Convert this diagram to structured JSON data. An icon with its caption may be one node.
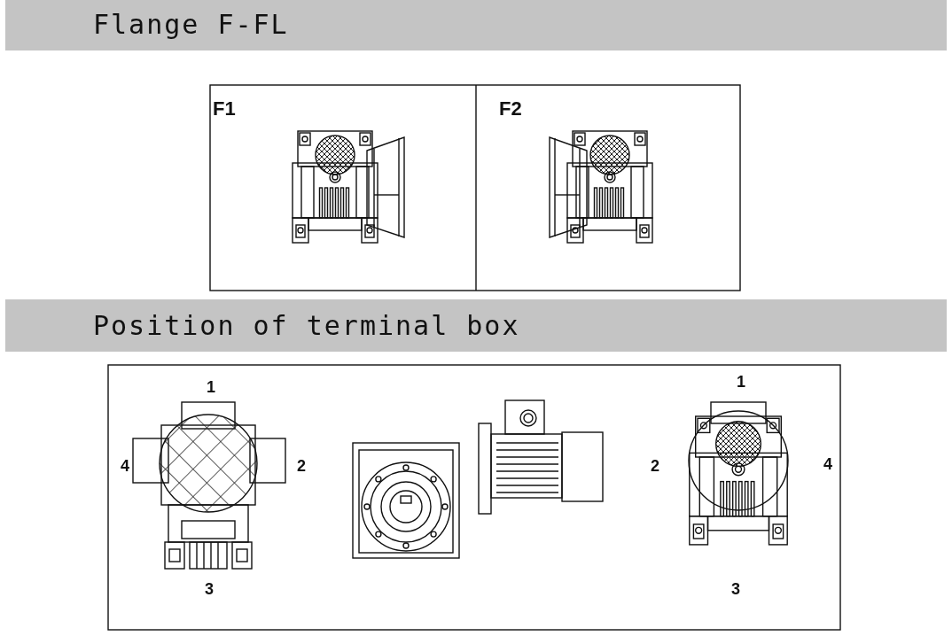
{
  "diagram": {
    "labels": [
      "Flange F-FL",
      "F1",
      "F2",
      "Position of terminal box",
      "1",
      "4",
      "2",
      "3",
      "1",
      "2",
      "4",
      "3"
    ]
  }
}
